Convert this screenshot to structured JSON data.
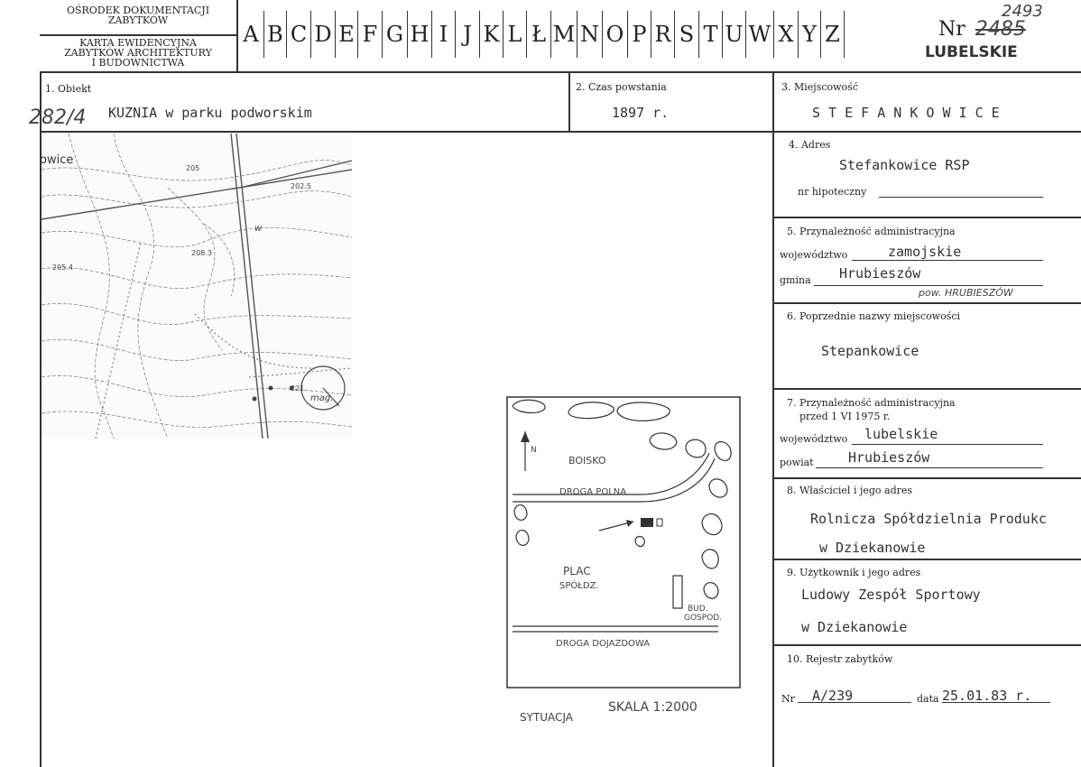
{
  "header": {
    "org_line1": "OŚRODEK DOKUMENTACJI",
    "org_line2": "ZABYTKÓW",
    "card_line1": "KARTA EWIDENCYJNA",
    "card_line2": "ZABYTKÓW ARCHITEKTURY",
    "card_line3": "I BUDOWNICTWA",
    "letters": [
      "A",
      "B",
      "C",
      "D",
      "E",
      "F",
      "G",
      "H",
      "I",
      "J",
      "K",
      "L",
      "Ł",
      "M",
      "N",
      "O",
      "P",
      "R",
      "S",
      "T",
      "U",
      "W",
      "X",
      "Y",
      "Z"
    ],
    "nr_label": "Nr",
    "nr_value": "2485",
    "nr_handwritten": "2493",
    "region": "LUBELSKIE"
  },
  "fields": {
    "obiekt": {
      "label": "1. Obiekt",
      "value": "KUZNIA w parku podworskim",
      "hand_note": "282/4"
    },
    "czas": {
      "label": "2. Czas powstania",
      "value": "1897 r."
    },
    "miejscowosc": {
      "label": "3. Miejscowość",
      "value": "S T E F A N K O W I C E"
    },
    "adres": {
      "label": "4. Adres",
      "value": "Stefankowice RSP",
      "hipoteczny_label": "nr hipoteczny",
      "hipoteczny_value": ""
    },
    "przynaleznosc": {
      "label": "5. Przynależność administracyjna",
      "woj_label": "województwo",
      "woj_value": "zamojskie",
      "gmina_label": "gmina",
      "gmina_value": "Hrubieszów",
      "hand_note": "pow. HRUBIESZÓW"
    },
    "poprzednie": {
      "label": "6. Poprzednie nazwy miejscowości",
      "value": "Stepankowice"
    },
    "przed1975": {
      "label": "7. Przynależność administracyjna",
      "label2": "przed 1 VI 1975 r.",
      "woj_label": "województwo",
      "woj_value": "lubelskie",
      "powiat_label": "powiat",
      "powiat_value": "Hrubieszów"
    },
    "wlasciciel": {
      "label": "8. Właściciel i jego adres",
      "line1": "Rolnicza Spółdzielnia Produkc",
      "line2": "w Dziekanowie"
    },
    "uzytkownik": {
      "label": "9. Użytkownik i jego adres",
      "line1": "Ludowy Zespół Sportowy",
      "line2": "w Dziekanowie"
    },
    "rejestr": {
      "label": "10. Rejestr zabytków",
      "nr_label": "Nr",
      "nr_value": "A/239",
      "data_label": "data",
      "data_value": "25.01.83 r."
    }
  },
  "map": {
    "label_owice": "owice",
    "elev_205": "205",
    "elev_2025": "202.5",
    "elev_2083": "208.3",
    "elev_2054": "205.4",
    "elev_221": "221",
    "w_mark": "w",
    "mag": "mag."
  },
  "sketch": {
    "boisko": "BOISKO",
    "droga_polna": "DROGA POLNA",
    "plac": "PLAC",
    "spoldz": "SPÓŁDZ.",
    "bud": "BUD.",
    "gospod": "GOSPOD.",
    "droga_dojazdowa": "DROGA DOJAZDOWA",
    "north": "N",
    "skala": "SKALA 1:2000",
    "sytuacja": "SYTUACJA"
  }
}
